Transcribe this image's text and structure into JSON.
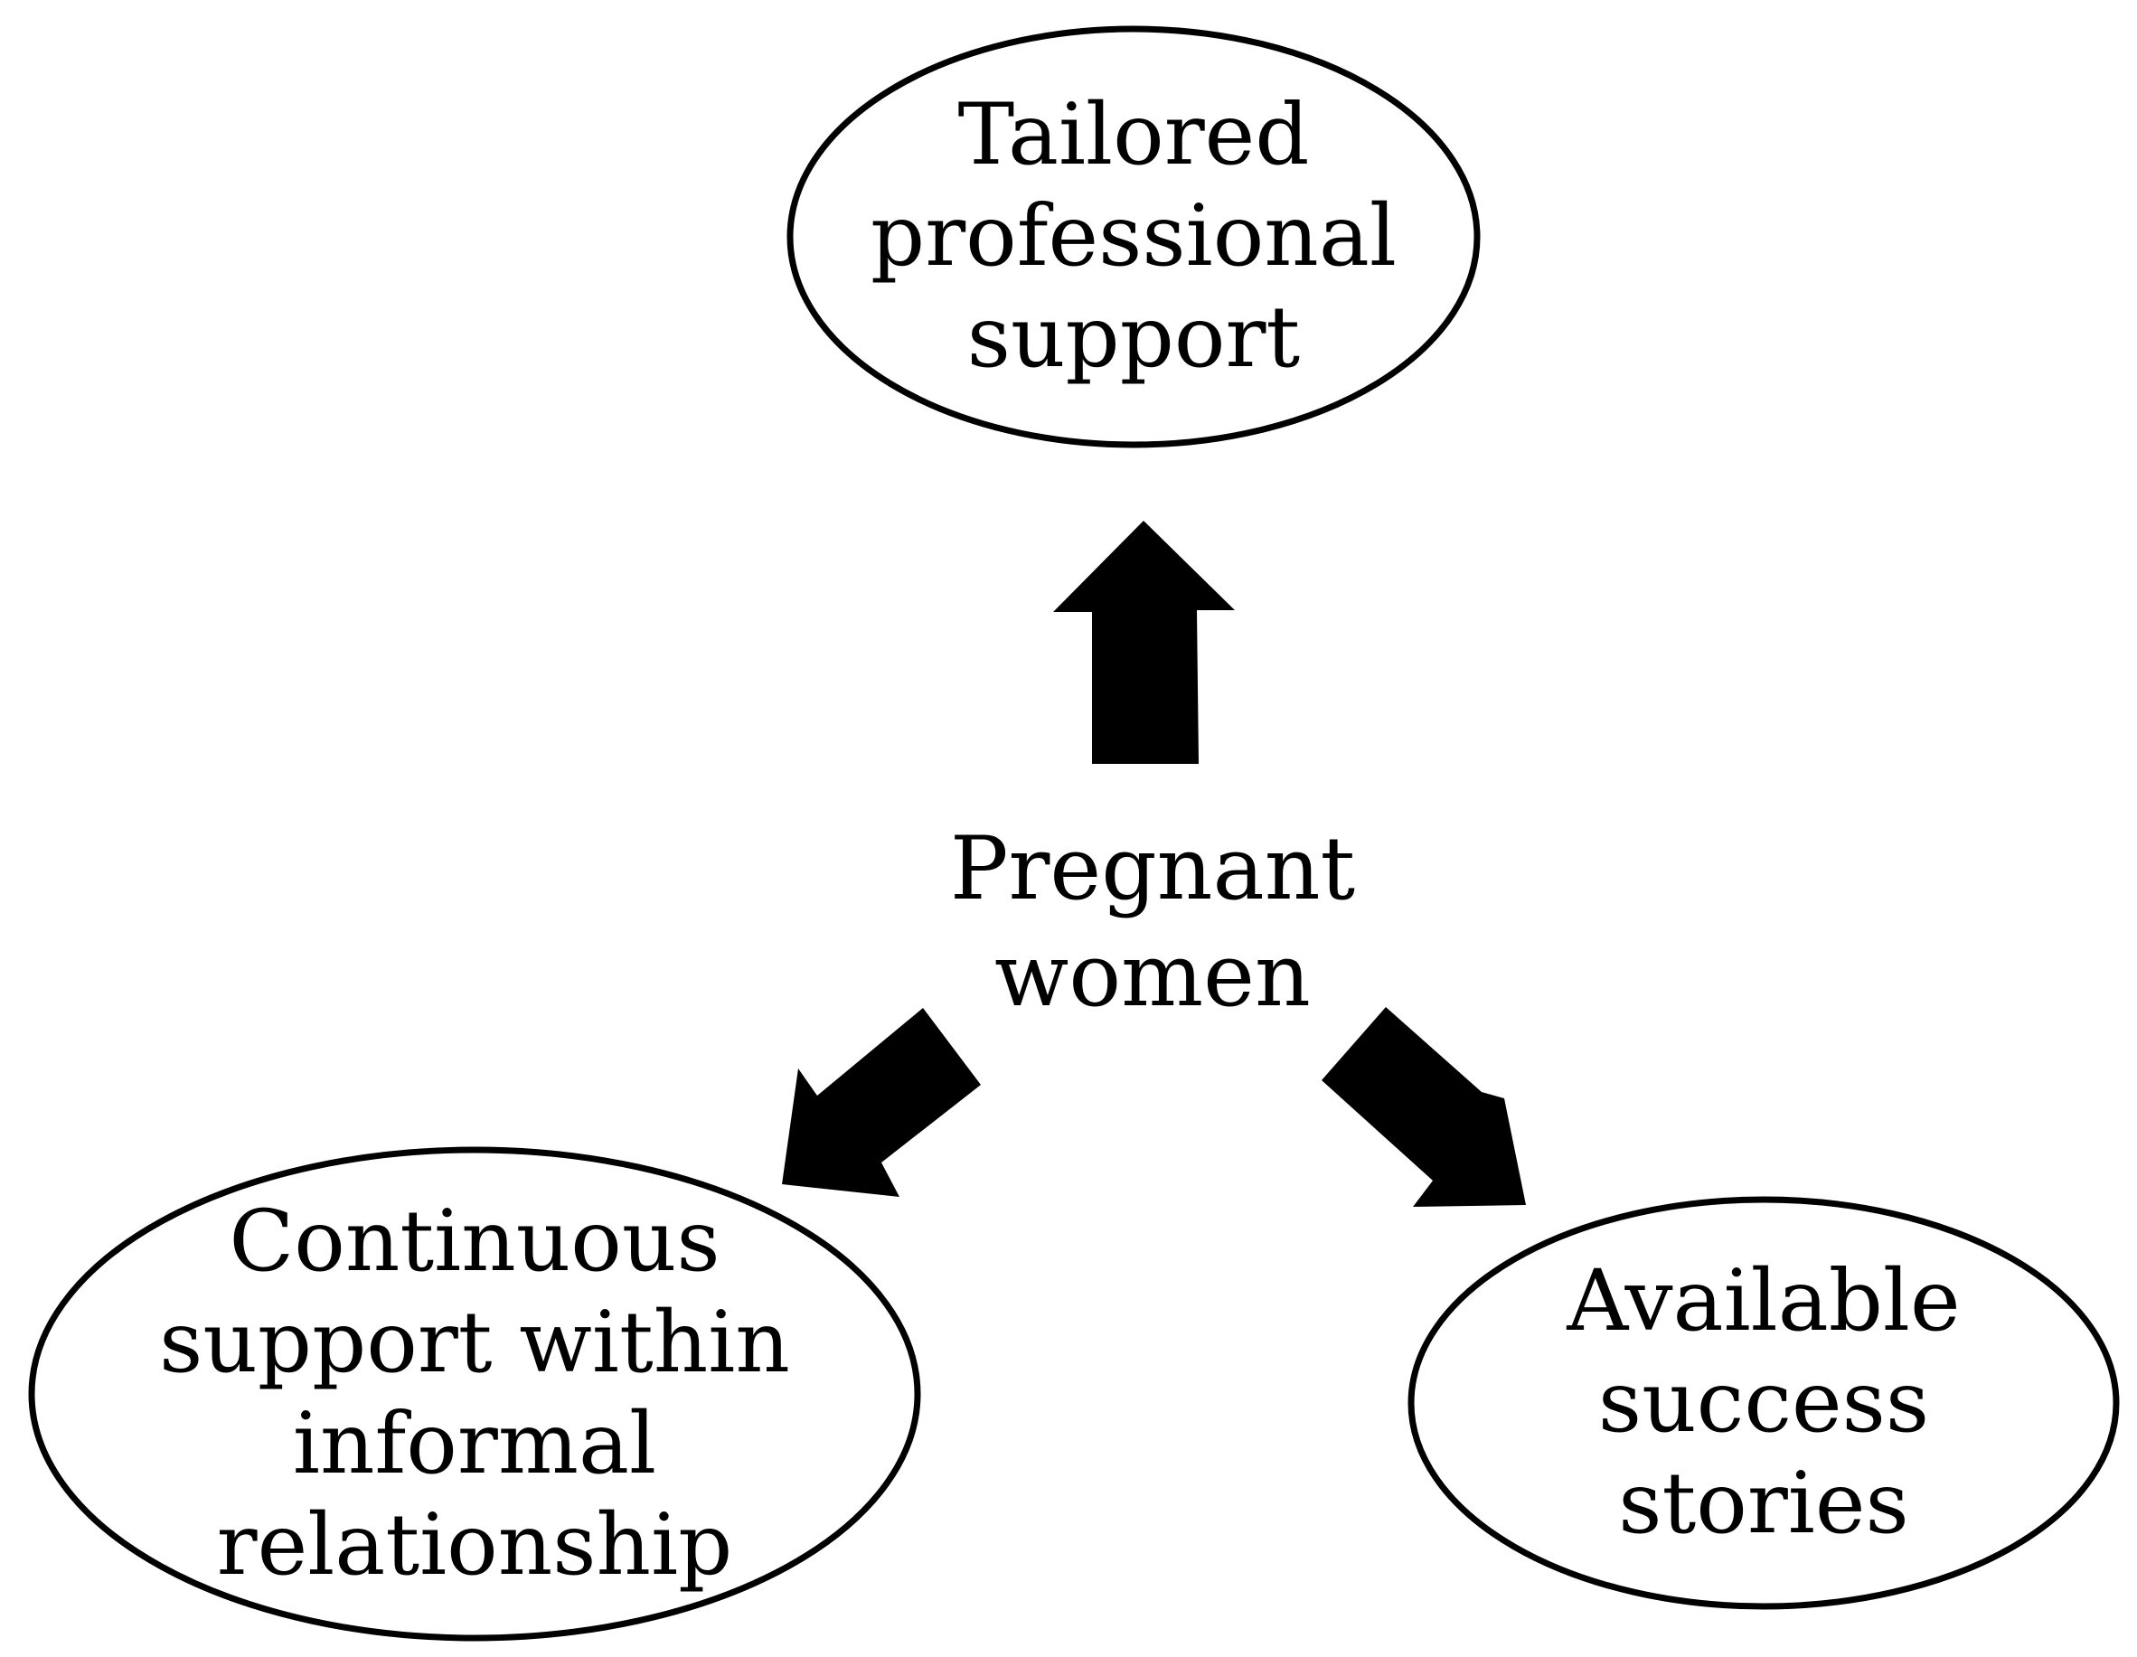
{
  "center": {
    "lines": [
      "Pregnant",
      "women"
    ]
  },
  "nodes": {
    "top": {
      "lines": [
        "Tailored",
        "professional",
        "support"
      ]
    },
    "left": {
      "lines": [
        "Continuous",
        "support within",
        "informal",
        "relationship"
      ]
    },
    "right": {
      "lines": [
        "Available",
        "success",
        "stories"
      ]
    }
  },
  "colors": {
    "stroke": "#000000",
    "fill": "#ffffff",
    "arrow": "#000000"
  }
}
